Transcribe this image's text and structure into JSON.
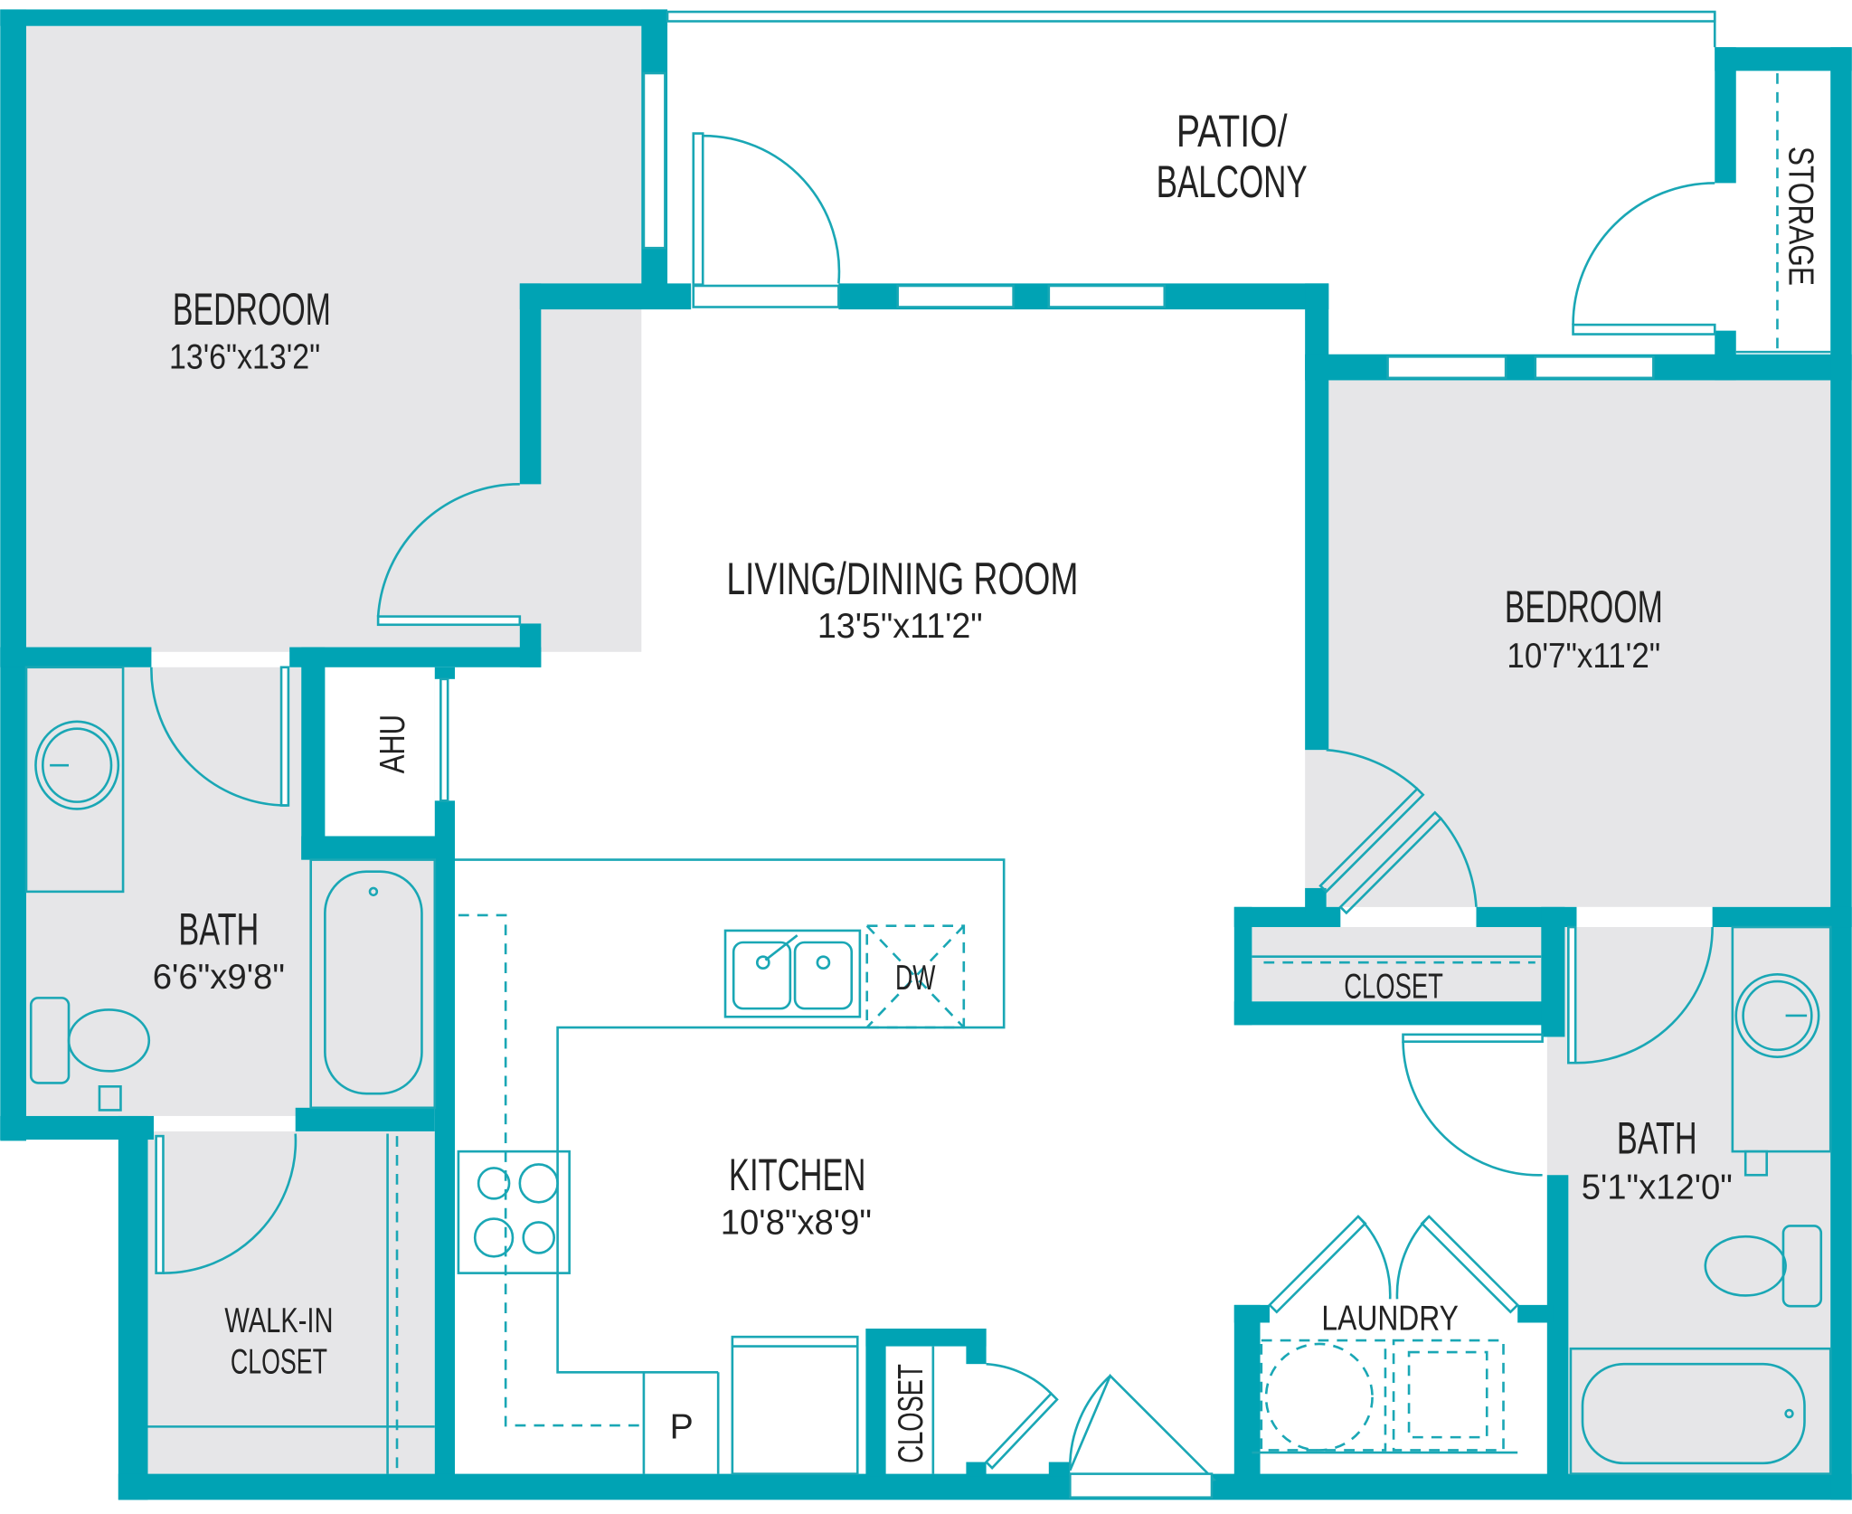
{
  "colors": {
    "wall": "#00A3B4",
    "private_room_fill": "#E6E6E8",
    "open_area_fill": "#FFFFFF"
  },
  "rooms": {
    "bedroom_1": {
      "name": "BEDROOM",
      "dimensions": "13'6\"x13'2\""
    },
    "living": {
      "name": "LIVING/DINING ROOM",
      "dimensions": "13'5\"x11'2\""
    },
    "bedroom_2": {
      "name": "BEDROOM",
      "dimensions": "10'7\"x11'2\""
    },
    "bath_1": {
      "name": "BATH",
      "dimensions": "6'6\"x9'8\""
    },
    "bath_2": {
      "name": "BATH",
      "dimensions": "5'1\"x12'0\""
    },
    "kitchen": {
      "name": "KITCHEN",
      "dimensions": "10'8\"x8'9\""
    },
    "patio": {
      "name_line1": "PATIO/",
      "name_line2": "BALCONY"
    },
    "storage": {
      "name": "STORAGE"
    },
    "ahu": {
      "name": "AHU"
    },
    "walk_in_closet": {
      "name_line1": "WALK-IN",
      "name_line2": "CLOSET"
    },
    "bedroom_closet": {
      "name": "CLOSET"
    },
    "kitchen_closet": {
      "name": "CLOSET"
    },
    "laundry": {
      "name": "LAUNDRY"
    },
    "dishwasher": {
      "name": "DW"
    },
    "pantry": {
      "name": "P"
    }
  }
}
